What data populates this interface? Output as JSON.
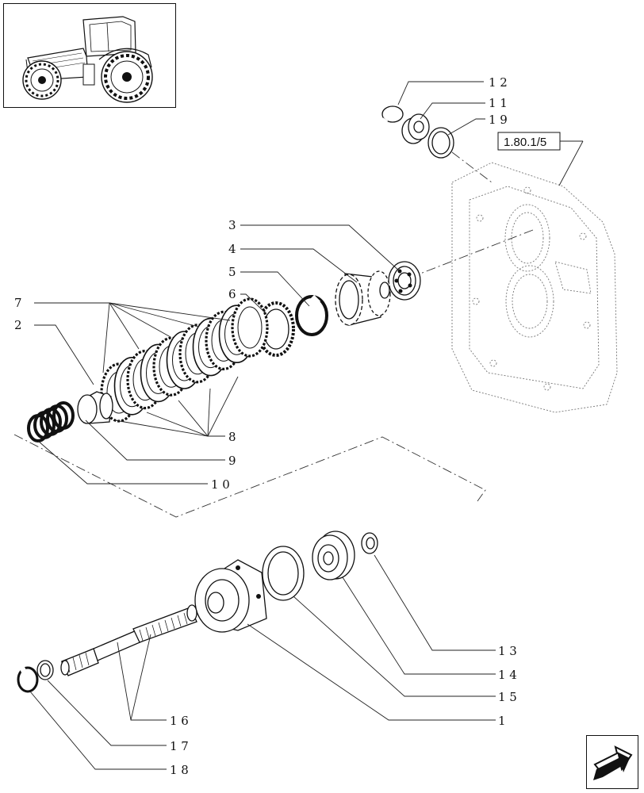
{
  "reference_label": "1.80.1/5",
  "callouts": [
    {
      "id": "c12",
      "text": "1 2"
    },
    {
      "id": "c11",
      "text": "1 1"
    },
    {
      "id": "c19",
      "text": "1 9"
    },
    {
      "id": "c3",
      "text": "3"
    },
    {
      "id": "c4",
      "text": "4"
    },
    {
      "id": "c5",
      "text": "5"
    },
    {
      "id": "c6",
      "text": "6"
    },
    {
      "id": "c7",
      "text": "7"
    },
    {
      "id": "c2",
      "text": "2"
    },
    {
      "id": "c8",
      "text": "8"
    },
    {
      "id": "c9",
      "text": "9"
    },
    {
      "id": "c10",
      "text": "1 0"
    },
    {
      "id": "c13",
      "text": "1 3"
    },
    {
      "id": "c14",
      "text": "1 4"
    },
    {
      "id": "c15",
      "text": "1 5"
    },
    {
      "id": "c1",
      "text": "1"
    },
    {
      "id": "c16",
      "text": "1 6"
    },
    {
      "id": "c17",
      "text": "1 7"
    },
    {
      "id": "c18",
      "text": "1 8"
    }
  ],
  "icons": {
    "thumbnail": "tractor-thumbnail-icon",
    "navigation": "next-page-arrow-icon"
  }
}
